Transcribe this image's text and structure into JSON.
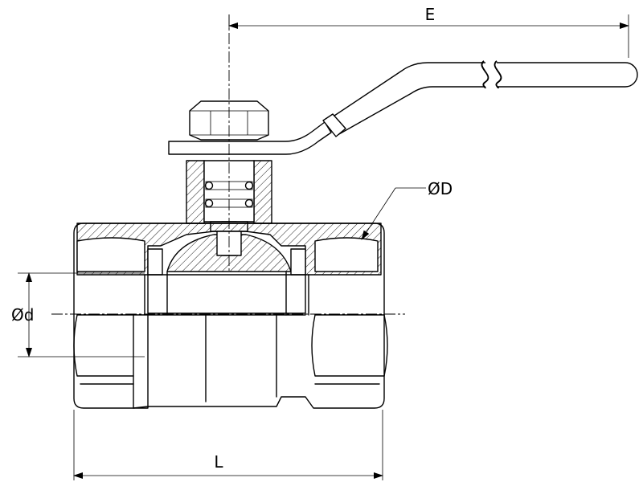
{
  "dimensions": {
    "handle_length": "E",
    "outer_diameter": "ØD",
    "bore_diameter": "Ød",
    "body_length": "L"
  }
}
